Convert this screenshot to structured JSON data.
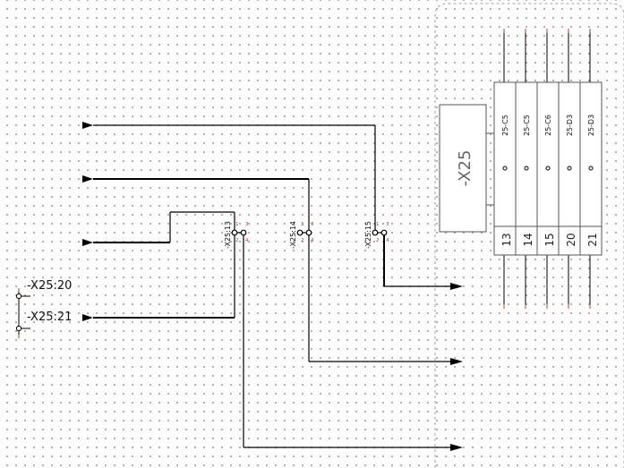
{
  "terminal_strip": {
    "name": "-X25",
    "terminals": [
      {
        "number": "13",
        "destination": "25-C5"
      },
      {
        "number": "14",
        "destination": "25-C5"
      },
      {
        "number": "15",
        "destination": "25-C6"
      },
      {
        "number": "20",
        "destination": "25-D3"
      },
      {
        "number": "21",
        "destination": "25-D3"
      }
    ]
  },
  "connectors": [
    {
      "label": "-X25:13",
      "pins": [
        "1",
        "2",
        "3",
        "4"
      ]
    },
    {
      "label": "-X25:14",
      "pins": [
        "1",
        "2",
        "3",
        "4"
      ]
    },
    {
      "label": "-X25:15",
      "pins": [
        "1",
        "2",
        "3",
        "4"
      ]
    }
  ],
  "cross_references": [
    {
      "label": "-X25:20"
    },
    {
      "label": "-X25:21"
    }
  ],
  "colors": {
    "wire": "#000000",
    "outline": "#555555",
    "pin_mark": "#c0392b",
    "frame": "#a0a0a0"
  }
}
